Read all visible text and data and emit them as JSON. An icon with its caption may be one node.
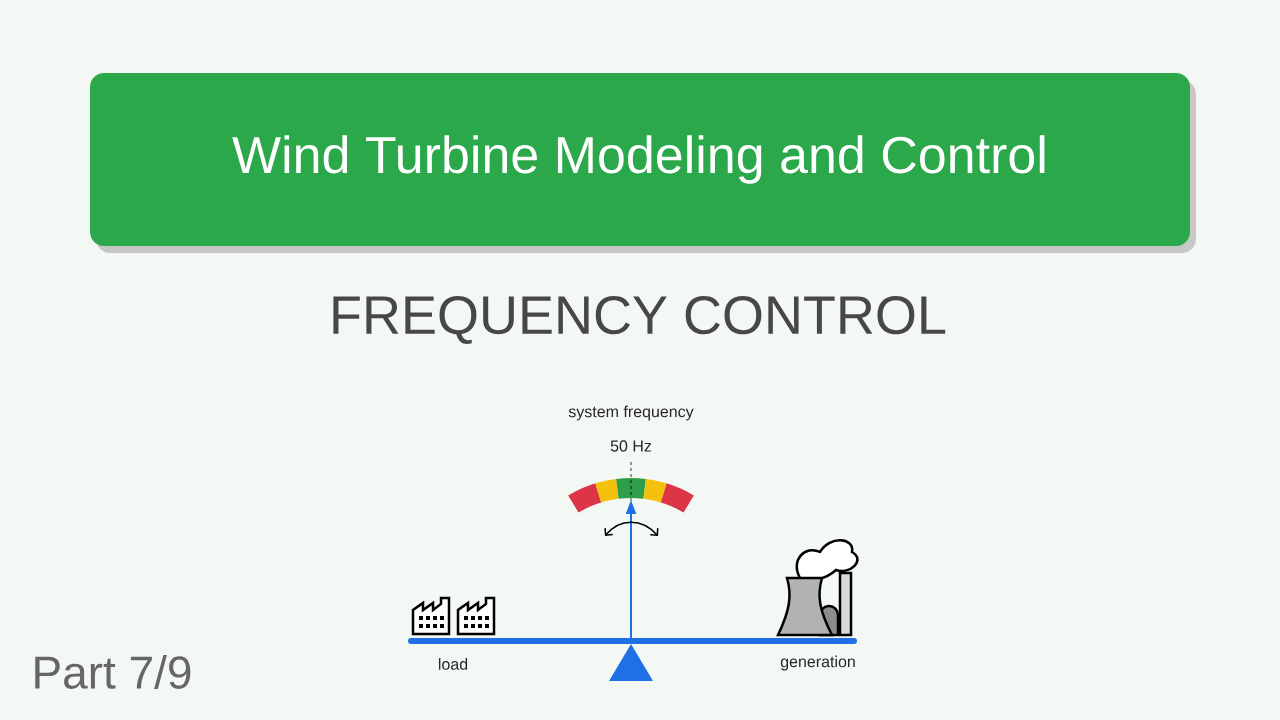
{
  "diagram": {
    "nodes": [
      {
        "text": [
          "Wind Turbine Modeling and Control"
        ]
      }
    ],
    "labels": [
      "FREQUENCY CONTROL",
      "system frequency",
      "50 Hz",
      "load",
      "generation",
      "Part 7/9"
    ]
  }
}
